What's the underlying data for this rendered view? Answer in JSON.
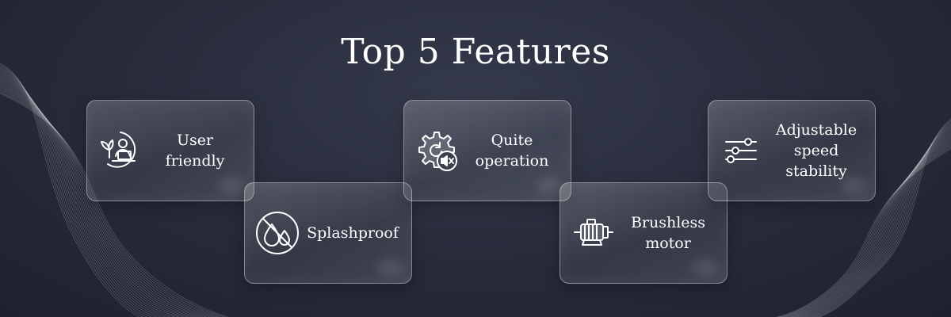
{
  "title": "Top 5 Features",
  "features": [
    {
      "lines": [
        "User",
        "friendly"
      ],
      "icon": "user-laptop-leaf-icon"
    },
    {
      "lines": [
        "Splashproof"
      ],
      "icon": "water-drops-no-icon"
    },
    {
      "lines": [
        "Quite",
        "operation"
      ],
      "icon": "gear-mute-icon"
    },
    {
      "lines": [
        "Brushless",
        "motor"
      ],
      "icon": "electric-motor-icon"
    },
    {
      "lines": [
        "Adjustable",
        "speed",
        "stability"
      ],
      "icon": "sliders-icon"
    }
  ]
}
